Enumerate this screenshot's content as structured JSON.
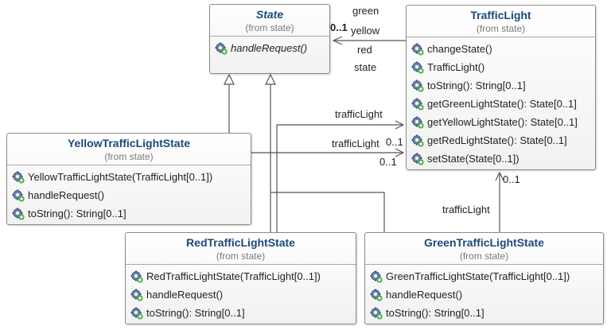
{
  "icons": {
    "operation": "gear-icon"
  },
  "colors": {
    "class_name": "#1a4a7a",
    "line": "#555555"
  },
  "classes": {
    "state": {
      "name": "State",
      "package": "(from state)",
      "operations": [
        "handleRequest()"
      ]
    },
    "traffic_light": {
      "name": "TrafficLight",
      "package": "(from state)",
      "operations": [
        "changeState()",
        "TrafficLight()",
        "toString(): String[0..1]",
        "getGreenLightState(): State[0..1]",
        "getYellowLightState(): State[0..1]",
        "getRedLightState(): State[0..1]",
        "setState(State[0..1])"
      ]
    },
    "yellow": {
      "name": "YellowTrafficLightState",
      "package": "(from state)",
      "operations": [
        "YellowTrafficLightState(TrafficLight[0..1])",
        "handleRequest()",
        "toString(): String[0..1]"
      ]
    },
    "red": {
      "name": "RedTrafficLightState",
      "package": "(from state)",
      "operations": [
        "RedTrafficLightState(TrafficLight[0..1])",
        "handleRequest()",
        "toString(): String[0..1]"
      ]
    },
    "green": {
      "name": "GreenTrafficLightState",
      "package": "(from state)",
      "operations": [
        "GreenTrafficLightState(TrafficLight[0..1])",
        "handleRequest()",
        "toString(): String[0..1]"
      ]
    }
  },
  "labels": {
    "green": "green",
    "yellow": "yellow",
    "red": "red",
    "state": "state",
    "mult_state": "0..1",
    "tl_red": "trafficLight",
    "tl_yellow": "trafficLight",
    "mult_tl_red": "0..1",
    "mult_tl_yellow": "0..1",
    "tl_green": "trafficLight",
    "mult_tl_green": "0..1"
  }
}
